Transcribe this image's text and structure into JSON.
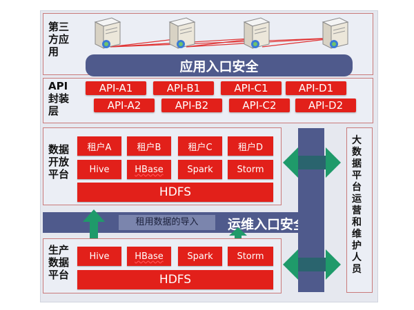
{
  "layers": {
    "third_party": "第三\n方应\n用",
    "api": "API\n封装\n层",
    "data_open": "数据\n开放\n平台",
    "production": "生产\n数据\n平台"
  },
  "banners": {
    "app_security": "应用入口安全",
    "ops_security": "运维入口安全",
    "import_text": "租用数据的导入"
  },
  "api_row1": [
    "API-A1",
    "API-B1",
    "API-C1",
    "API-D1"
  ],
  "api_row2": [
    "API-A2",
    "API-B2",
    "API-C2",
    "API-D2"
  ],
  "tenants": [
    "租户A",
    "租户B",
    "租户C",
    "租户D"
  ],
  "open_engines": [
    "Hive",
    "HBase",
    "Spark",
    "Storm"
  ],
  "open_storage": "HDFS",
  "prod_engines": [
    "Hive",
    "HBase",
    "Spark",
    "Storm"
  ],
  "prod_storage": "HDFS",
  "side_label": "大数据平台运营和维护人员",
  "colors": {
    "accent_red": "#e2201a",
    "banner_blue": "#4f5a8c",
    "arrow_green": "#1f9a6a"
  }
}
